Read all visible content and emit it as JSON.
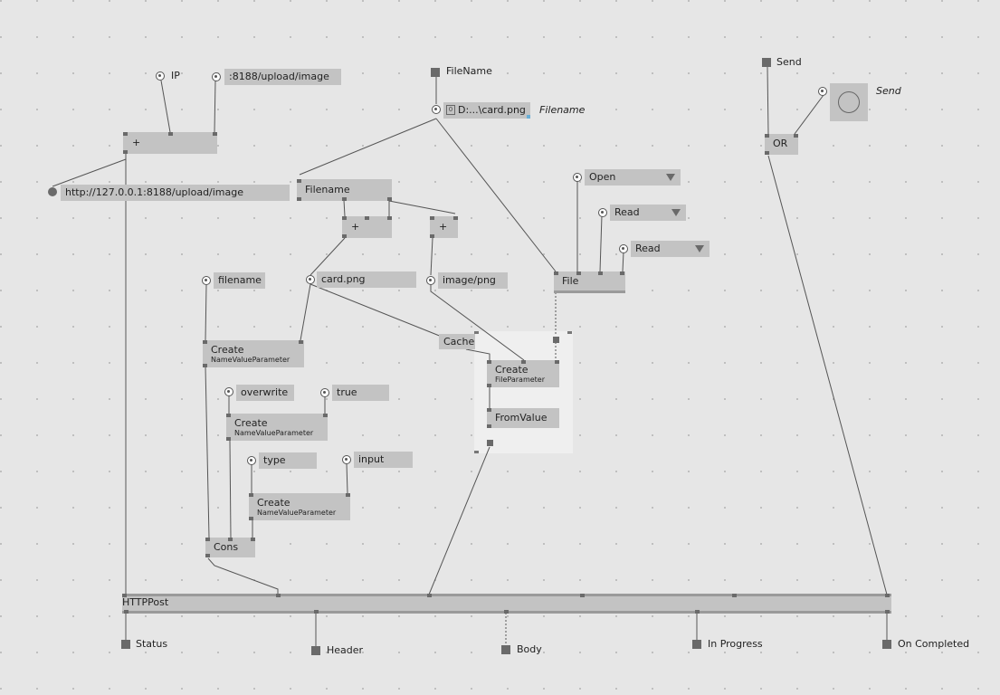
{
  "colors": {
    "background": "#e6e6e6",
    "node": "#c3c3c3",
    "pin": "#6a6a6a",
    "wire": "#555555"
  },
  "inputs": {
    "ip": "IP",
    "filename_io": "FileName",
    "send": "Send",
    "send_bang_label": "Send"
  },
  "values": {
    "url_suffix": ":8188/upload/image",
    "url_result": "http://127.0.0.1:8188/upload/image",
    "file_path": "D:...\\card.png",
    "file_path_label": "Filename",
    "file_icon": "0",
    "param_filename": "filename",
    "card_png": "card.png",
    "image_png": "image/png",
    "overwrite": "overwrite",
    "true_value": "true",
    "type_value": "type",
    "input_value": "input"
  },
  "enums": {
    "open": "Open",
    "read1": "Read",
    "read2": "Read"
  },
  "nodes": {
    "plus_top": "+",
    "filename_node": "Filename",
    "plus_mid": "+",
    "plus_right": "+",
    "file_node": "File",
    "or_node": "OR",
    "create_nvp": "Create",
    "nvp_sub": "NameValueParameter",
    "create_fp": "Create",
    "fp_sub": "FileParameter",
    "fromvalue": "FromValue",
    "cache": "Cache",
    "cons": "Cons",
    "httppost": "HTTPPost"
  },
  "outputs": {
    "status": "Status",
    "header": "Header",
    "body": "Body",
    "in_progress": "In Progress",
    "on_completed": "On Completed"
  }
}
